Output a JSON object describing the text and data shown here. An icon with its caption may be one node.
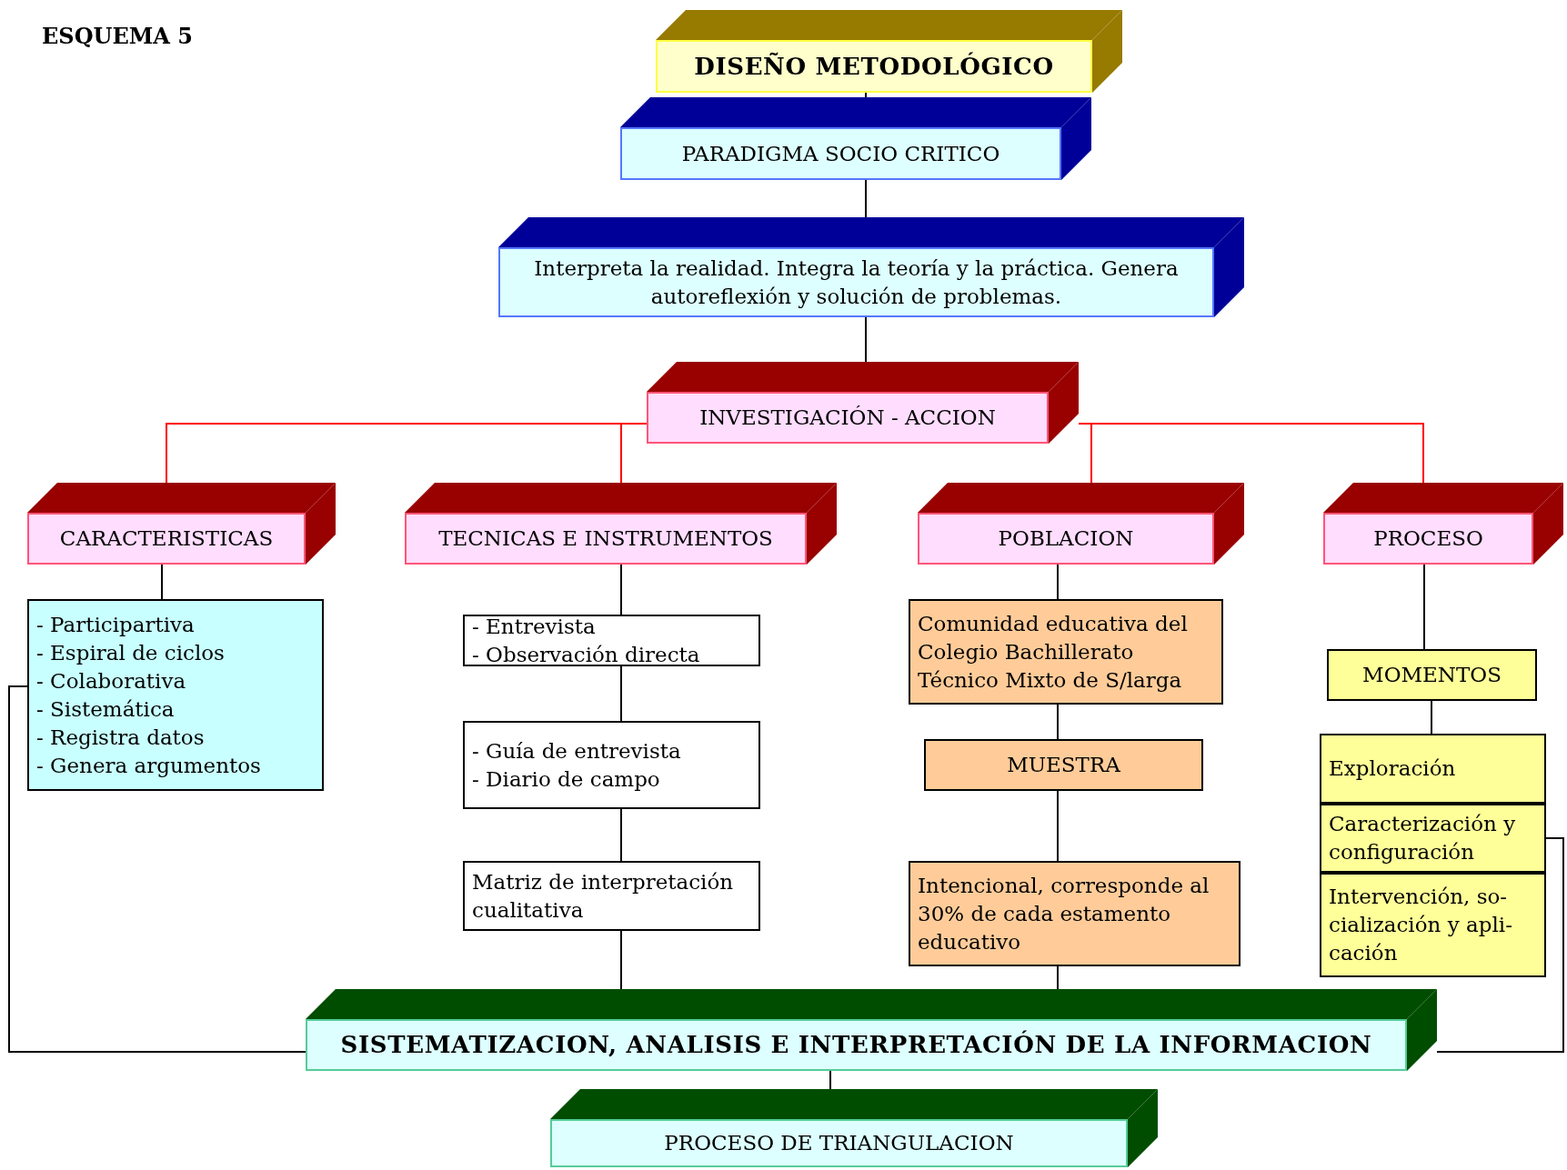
{
  "diagram": {
    "nodes": [
      {
        "text": [
          "DISEÑO METODOLÓGICO"
        ]
      },
      {
        "text": [
          "PARADIGMA SOCIO CRITICO"
        ]
      },
      {
        "text": [
          "Interpreta la realidad. Integra la teoría y la práctica. Genera autoreflexión y solución de problemas."
        ]
      },
      {
        "text": [
          "INVESTIGACIÓN - ACCION"
        ]
      },
      {
        "text": [
          "CARACTERISTICAS"
        ]
      },
      {
        "text": [
          "TECNICAS E INSTRUMENTOS"
        ]
      },
      {
        "text": [
          "POBLACION"
        ]
      },
      {
        "text": [
          "PROCESO"
        ]
      },
      {
        "text": [
          "- Participartiva",
          "- Espiral de ciclos",
          "- Colaborativa",
          "- Sistemática",
          "- Registra datos",
          "- Genera argumentos"
        ]
      },
      {
        "text": [
          "- Entrevista",
          "- Observación directa"
        ]
      },
      {
        "text": [
          "Comunidad educativa del Colegio Bachillerato Técnico Mixto de S/larga"
        ]
      },
      {
        "text": [
          "MOMENTOS"
        ]
      },
      {
        "text": [
          "- Guía de entrevista",
          "- Diario de campo"
        ]
      },
      {
        "text": [
          "MUESTRA"
        ]
      },
      {
        "text": [
          "Exploración"
        ]
      },
      {
        "text": [
          "Caracterización y configuración"
        ]
      },
      {
        "text": [
          "Matriz de interpretación cualitativa"
        ]
      },
      {
        "text": [
          "Intencional, corresponde al 30% de cada estamento educativo"
        ]
      },
      {
        "text": [
          "Intervención, so- cialización y apli- cación"
        ]
      },
      {
        "text": [
          "SISTEMATIZACION, ANALISIS E INTERPRETACIÓN DE LA INFORMACION"
        ]
      },
      {
        "text": [
          "PROCESO DE TRIANGULACION"
        ]
      }
    ],
    "edges": [
      {
        "from": 0,
        "to": 1,
        "arrow": "none"
      },
      {
        "from": 1,
        "to": 2,
        "arrow": "none"
      },
      {
        "from": 2,
        "to": 3,
        "arrow": "none"
      },
      {
        "from": 3,
        "to": 4,
        "arrow": "none",
        "color": "#ff0000"
      },
      {
        "from": 3,
        "to": 5,
        "arrow": "none",
        "color": "#ff0000"
      },
      {
        "from": 3,
        "to": 6,
        "arrow": "none",
        "color": "#ff0000"
      },
      {
        "from": 3,
        "to": 7,
        "arrow": "none",
        "color": "#ff0000"
      },
      {
        "from": 4,
        "to": 8,
        "arrow": "none"
      },
      {
        "from": 5,
        "to": 9,
        "arrow": "none"
      },
      {
        "from": 9,
        "to": 12,
        "arrow": "none"
      },
      {
        "from": 12,
        "to": 16,
        "arrow": "none"
      },
      {
        "from": 16,
        "to": 19,
        "arrow": "none"
      },
      {
        "from": 6,
        "to": 10,
        "arrow": "none"
      },
      {
        "from": 10,
        "to": 13,
        "arrow": "none"
      },
      {
        "from": 13,
        "to": 17,
        "arrow": "none"
      },
      {
        "from": 17,
        "to": 19,
        "arrow": "none"
      },
      {
        "from": 7,
        "to": 11,
        "arrow": "none"
      },
      {
        "from": 11,
        "to": 14,
        "arrow": "none"
      },
      {
        "from": 8,
        "to": 19,
        "arrow": "none"
      },
      {
        "from": 15,
        "to": 19,
        "arrow": "none"
      },
      {
        "from": 19,
        "to": 20,
        "arrow": "none"
      }
    ],
    "labels": [
      "ESQUEMA 5"
    ]
  }
}
